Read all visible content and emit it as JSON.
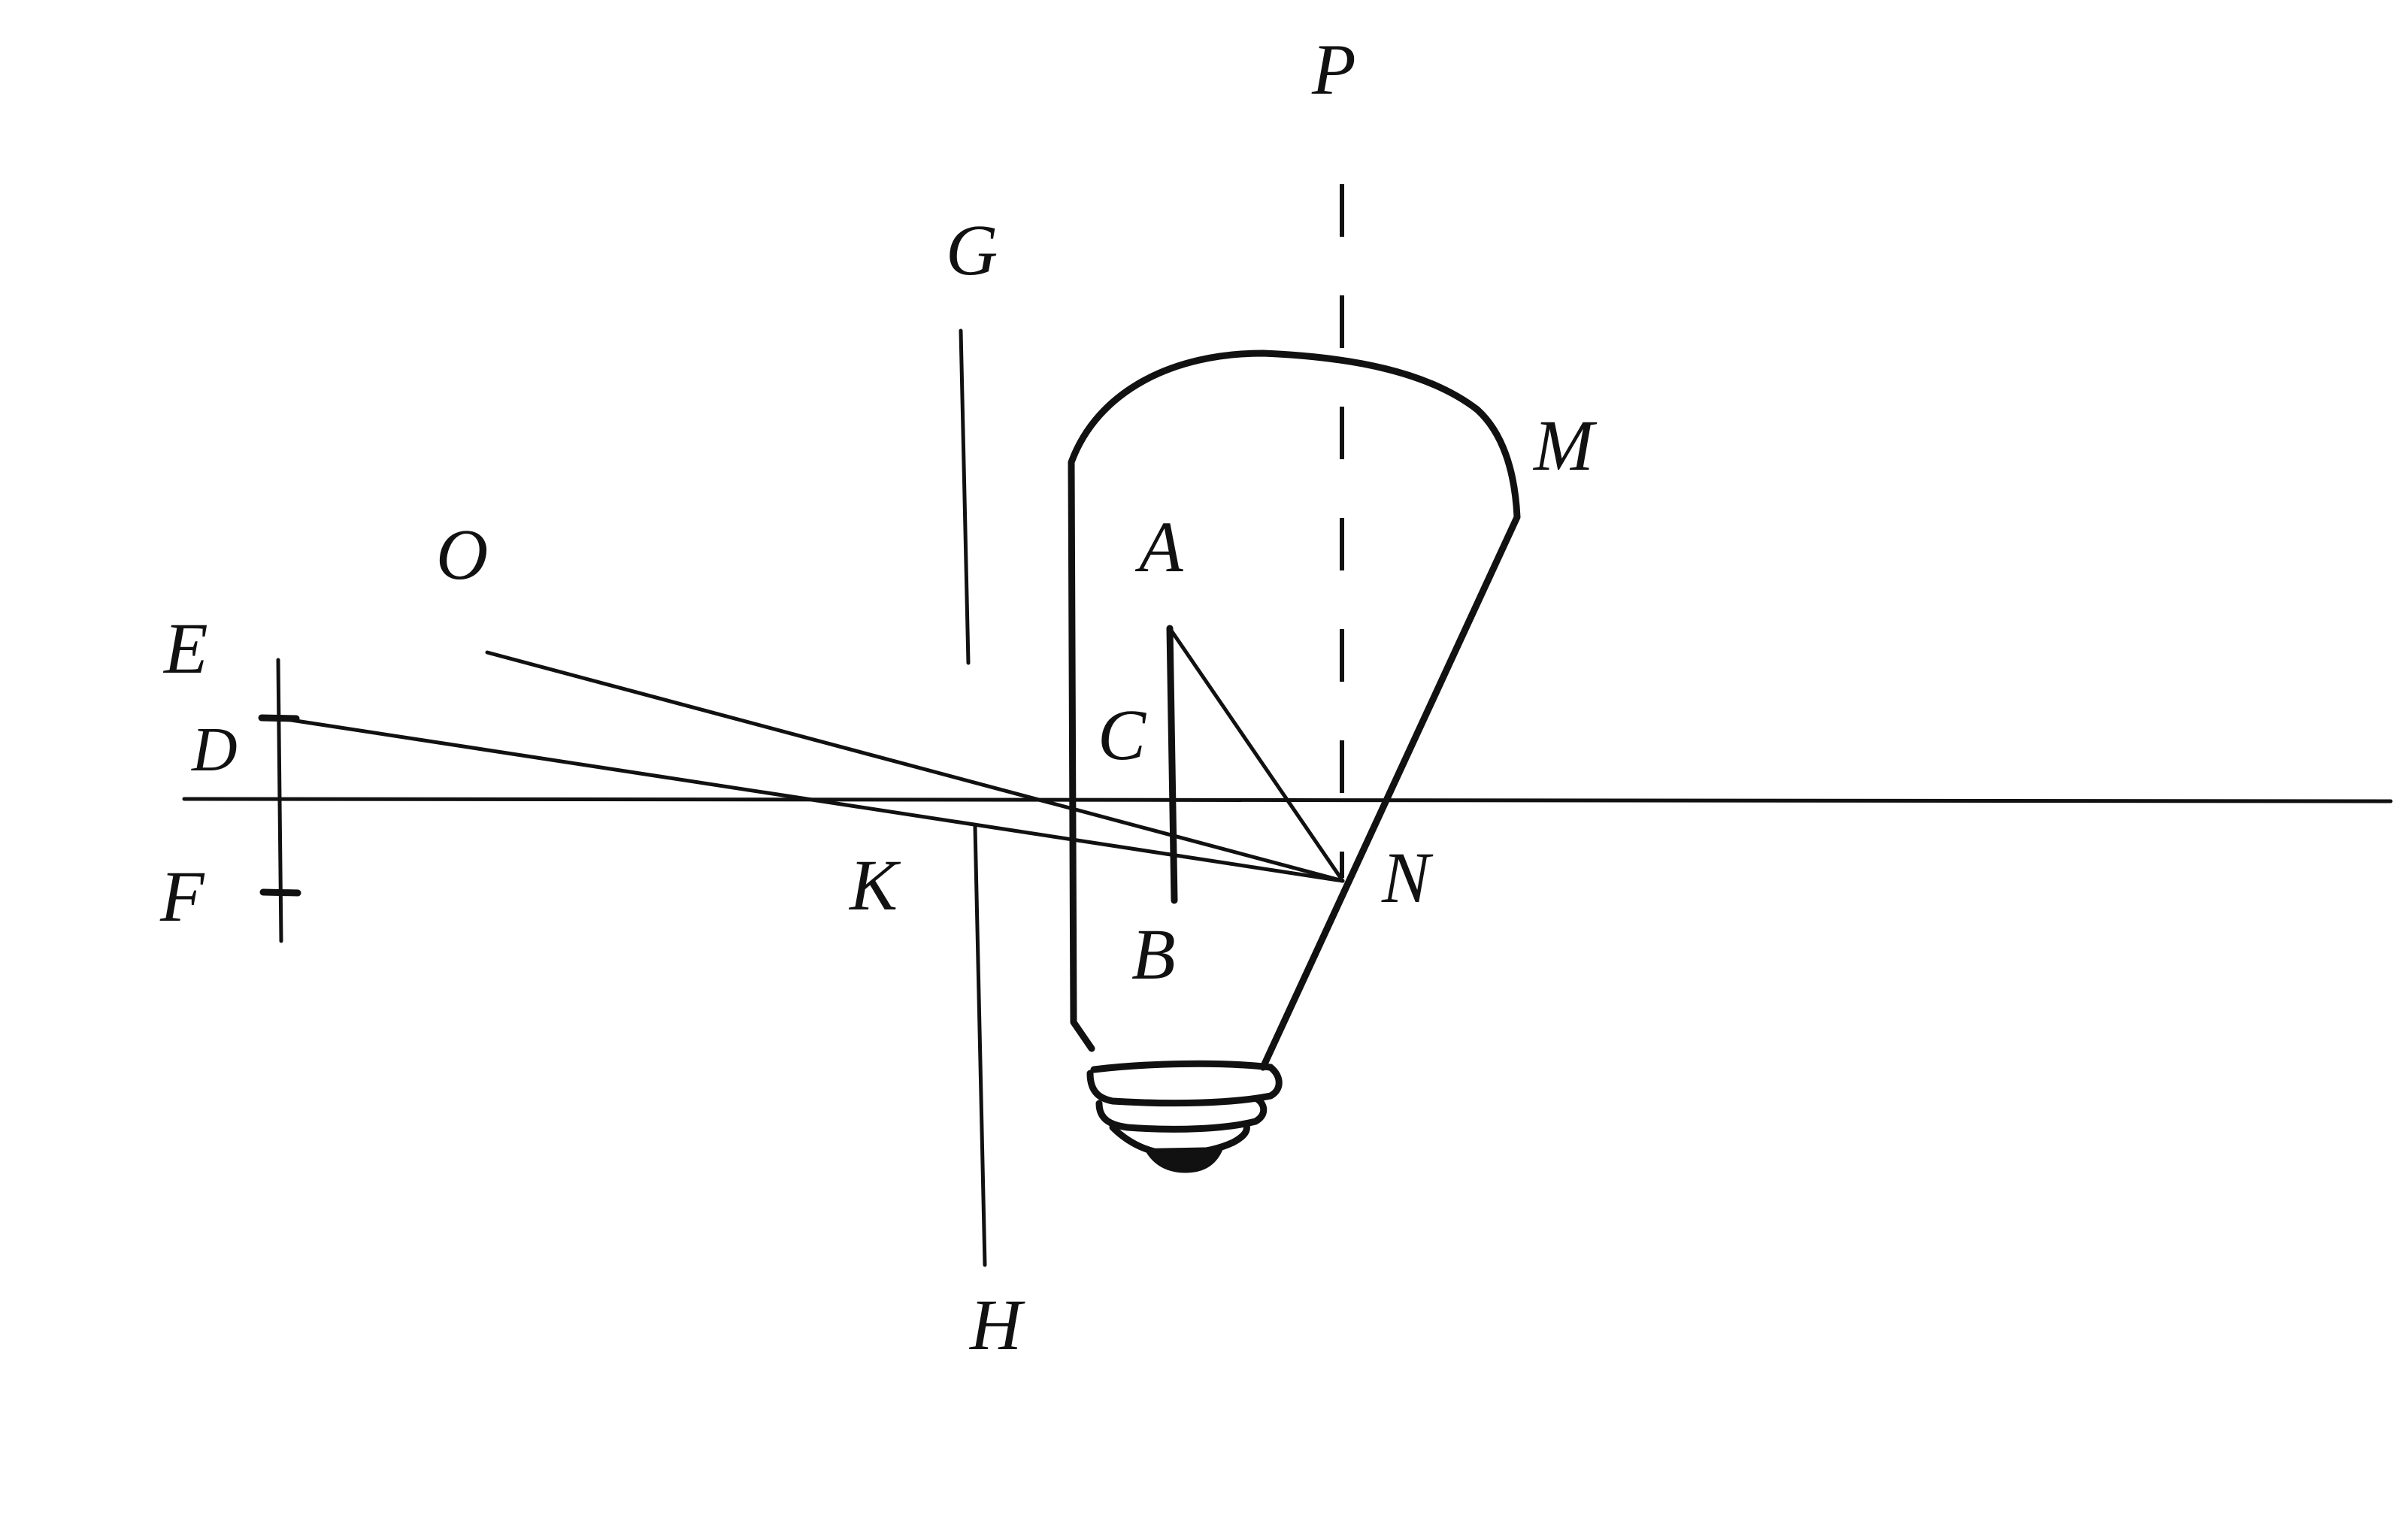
{
  "labels": {
    "P": "P",
    "G": "G",
    "M": "M",
    "O": "O",
    "A": "A",
    "E": "E",
    "C": "C",
    "D": "D",
    "N": "N",
    "F": "F",
    "K": "K",
    "B": "B",
    "H": "H"
  },
  "colors": {
    "ink": "#111111",
    "paper": "#ffffff"
  }
}
